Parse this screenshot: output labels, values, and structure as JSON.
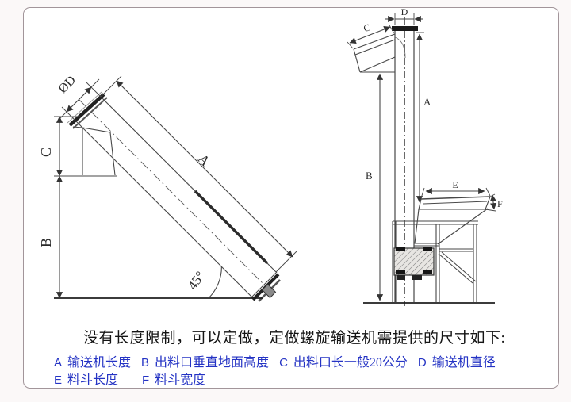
{
  "caption": {
    "intro": "没有长度限制，可以定做，定做螺旋输送机需提供的尺寸如下:"
  },
  "legend": {
    "text_color": "#2433c4",
    "row1": [
      {
        "key": "A",
        "label": "输送机长度"
      },
      {
        "key": "B",
        "label": "出料口垂直地面高度"
      },
      {
        "key": "C",
        "label": "出料口长一般20公分"
      },
      {
        "key": "D",
        "label": "输送机直径"
      }
    ],
    "row2": [
      {
        "key": "E",
        "label": "料斗长度"
      },
      {
        "key": "F",
        "label": "料斗宽度"
      }
    ]
  },
  "drawings": {
    "left": {
      "view": "inclined screw conveyor side view",
      "labels": {
        "diameter": "ØD",
        "length": "A",
        "outlet_to_spout": "C",
        "spout_to_ground": "B",
        "incline_angle": "45°"
      }
    },
    "right": {
      "view": "vertical screw conveyor front view with hopper and stand",
      "labels": {
        "diameter": "D",
        "length": "A",
        "outlet": "C",
        "outlet_height": "B",
        "hopper_length": "E",
        "hopper_width": "F"
      }
    }
  }
}
